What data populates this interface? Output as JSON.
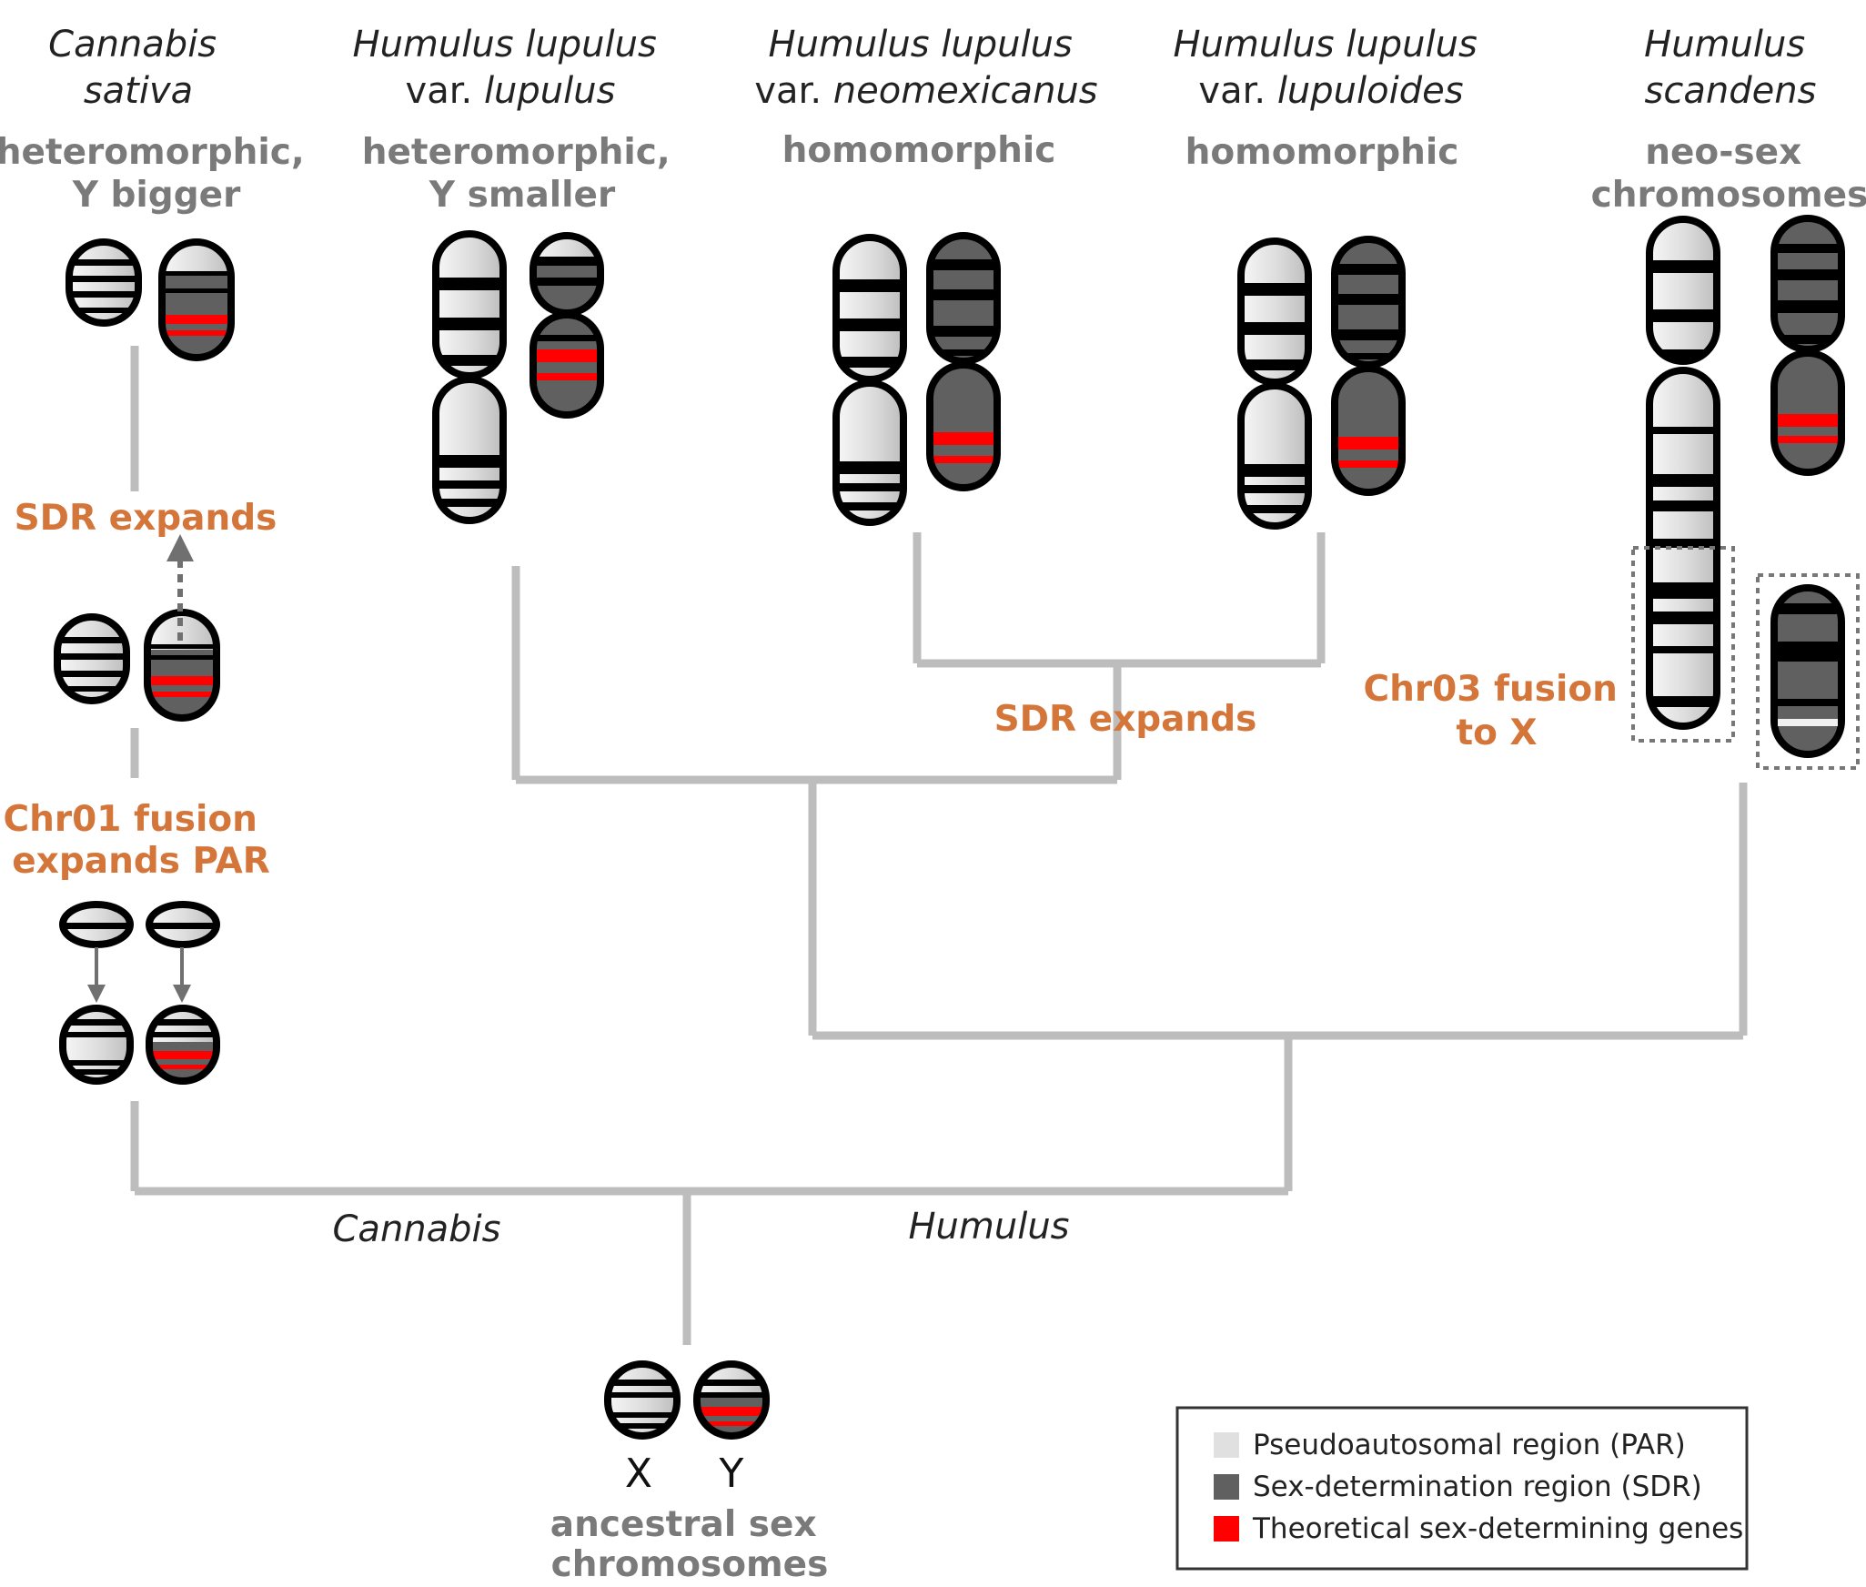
{
  "species": [
    {
      "lines": [
        [
          {
            "t": "Cannabis",
            "i": true
          }
        ],
        [
          {
            "t": "sativa",
            "i": true
          }
        ]
      ],
      "status": [
        "heteromorphic,",
        "Y bigger"
      ]
    },
    {
      "lines": [
        [
          {
            "t": "Humulus lupulus",
            "i": true
          }
        ],
        [
          {
            "t": "var. ",
            "i": false
          },
          {
            "t": "lupulus",
            "i": true
          }
        ]
      ],
      "status": [
        "heteromorphic,",
        "Y smaller"
      ]
    },
    {
      "lines": [
        [
          {
            "t": "Humulus lupulus",
            "i": true
          }
        ],
        [
          {
            "t": "var. ",
            "i": false
          },
          {
            "t": "neomexicanus",
            "i": true
          }
        ]
      ],
      "status": [
        "homomorphic"
      ]
    },
    {
      "lines": [
        [
          {
            "t": "Humulus lupulus",
            "i": true
          }
        ],
        [
          {
            "t": "var. ",
            "i": false
          },
          {
            "t": "lupuloides",
            "i": true
          }
        ]
      ],
      "status": [
        "homomorphic"
      ]
    },
    {
      "lines": [
        [
          {
            "t": "Humulus",
            "i": true
          }
        ],
        [
          {
            "t": "scandens",
            "i": true
          }
        ]
      ],
      "status": [
        "neo-sex",
        "chromosomes"
      ]
    }
  ],
  "events": {
    "sdr_expands_cannabis": "SDR expands",
    "chr01_fusion": [
      "Chr01 fusion",
      "expands PAR"
    ],
    "sdr_expands_humulus": "SDR expands",
    "chr03_fusion": [
      "Chr03 fusion",
      "to X"
    ]
  },
  "clades": {
    "cannabis": "Cannabis",
    "humulus": "Humulus"
  },
  "ancestral": {
    "x": "X",
    "y": "Y",
    "label": [
      "ancestral sex",
      "chromosomes"
    ]
  },
  "legend": [
    {
      "label": "Pseudoautosomal region (PAR)",
      "color": "#e0e0e0"
    },
    {
      "label": "Sex-determination region (SDR)",
      "color": "#606060"
    },
    {
      "label": "Theoretical sex-determining genes",
      "color": "#ff0000"
    }
  ],
  "colors": {
    "par": "#e0e0e0",
    "sdr": "#606060",
    "gene": "#ff0000",
    "tree": "#bdbdbd",
    "event": "#d4763a",
    "status": "#7a7a7a",
    "arrow": "#707070"
  }
}
